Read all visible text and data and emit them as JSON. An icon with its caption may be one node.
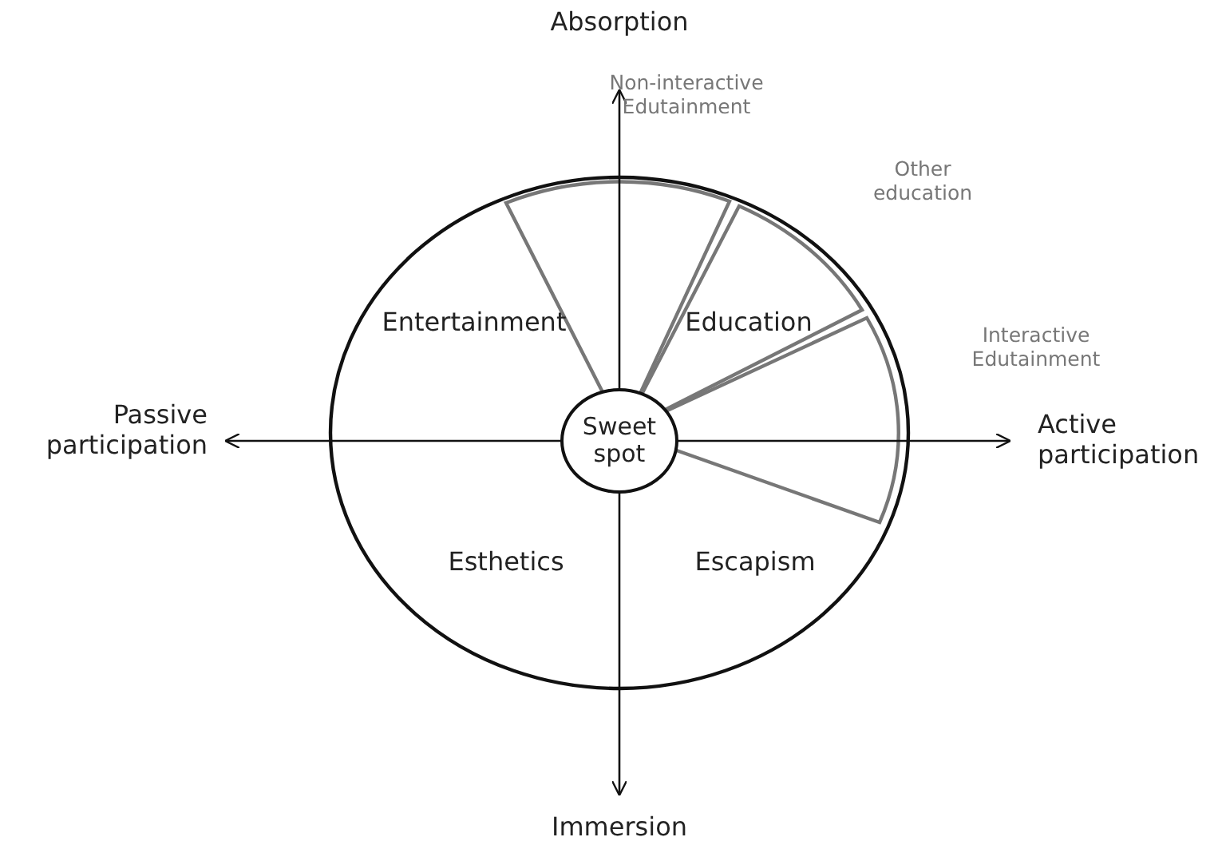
{
  "diagram": {
    "nodes": [
      {
        "text": [
          "Sweet spot"
        ]
      }
    ],
    "edges": [],
    "labels": [
      "Absorption",
      "Non-interactive Edutainment",
      "Other education",
      "Entertainment",
      "Education",
      "Interactive Edutainment",
      "Passive participation",
      "Active participation",
      "Esthetics",
      "Escapism",
      "Immersion"
    ]
  }
}
